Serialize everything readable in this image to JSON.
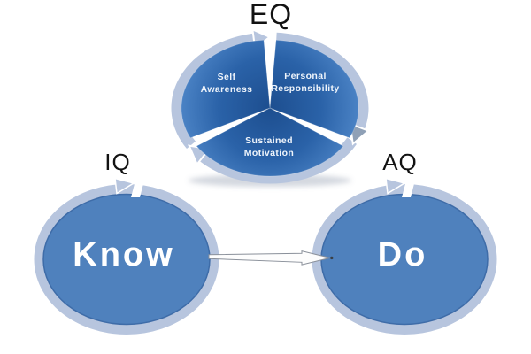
{
  "page": {
    "background": "#ffffff"
  },
  "eq_cycle": {
    "label": "EQ",
    "segments": [
      {
        "label": "Self Awareness"
      },
      {
        "label": "Personal Responsibility"
      },
      {
        "label": "Sustained Motivation"
      }
    ]
  },
  "know_node": {
    "label": "IQ",
    "text": "Know"
  },
  "do_node": {
    "label": "AQ",
    "text": "Do"
  },
  "colors": {
    "node_fill": "#4f81bd",
    "node_rim": "#3e6ca8",
    "ring": "#b7c5de",
    "ring_arrow_dark": "#8fa0b6",
    "segment_inner": "#1d4e8f",
    "segment_mid": "#2a62a8",
    "segment_outer": "#4e86c8",
    "label_text": "#121212",
    "node_text": "#ffffff",
    "connector_fill": "#fdfdfd",
    "connector_stroke": "#8a909a"
  }
}
